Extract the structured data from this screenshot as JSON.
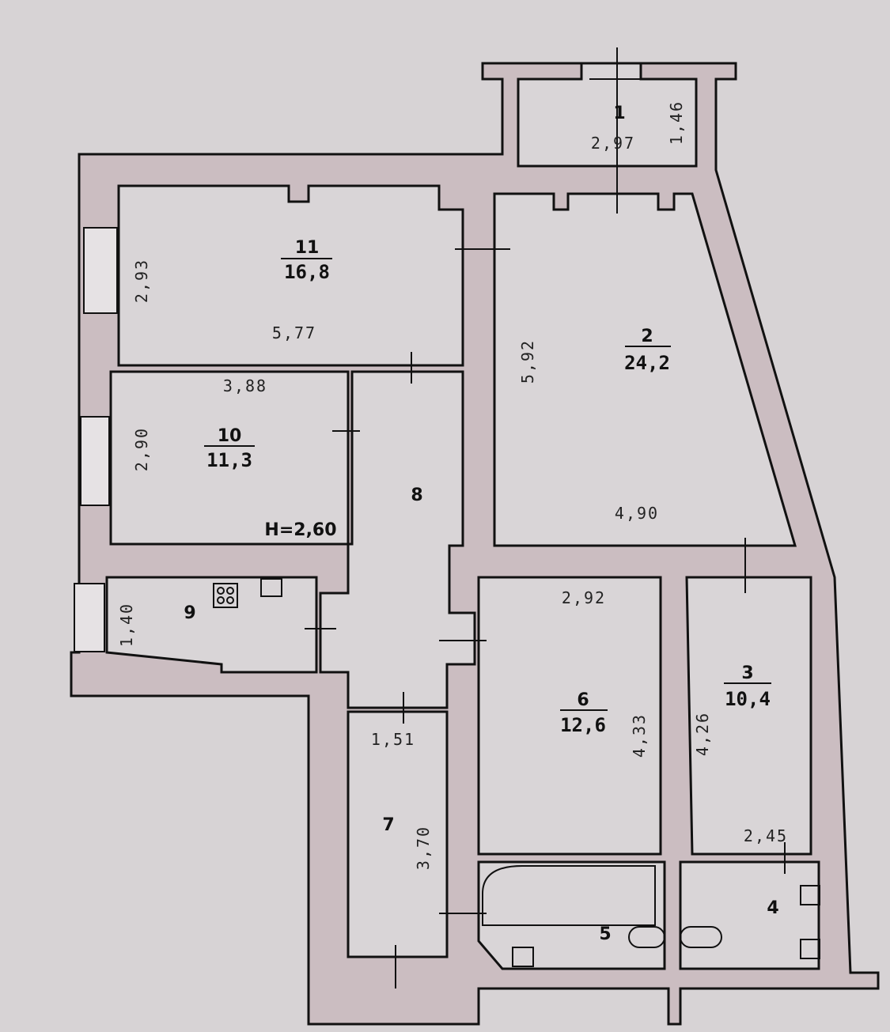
{
  "plan": {
    "ceiling_height": "H=2,60",
    "rooms": [
      {
        "id": "1",
        "area": "",
        "dims": [
          "2,97",
          "1,46"
        ]
      },
      {
        "id": "2",
        "area": "24,2",
        "dims": [
          "5,92",
          "4,90"
        ]
      },
      {
        "id": "3",
        "area": "10,4",
        "dims": [
          "4,26",
          "2,45"
        ]
      },
      {
        "id": "4",
        "area": "",
        "dims": []
      },
      {
        "id": "5",
        "area": "",
        "dims": []
      },
      {
        "id": "6",
        "area": "12,6",
        "dims": [
          "2,92",
          "4,33"
        ]
      },
      {
        "id": "7",
        "area": "",
        "dims": [
          "1,51",
          "3,70"
        ]
      },
      {
        "id": "8",
        "area": "",
        "dims": []
      },
      {
        "id": "9",
        "area": "",
        "dims": [
          "1,40"
        ]
      },
      {
        "id": "10",
        "area": "11,3",
        "dims": [
          "3,88",
          "2,90"
        ]
      },
      {
        "id": "11",
        "area": "16,8",
        "dims": [
          "5,77",
          "2,93"
        ]
      }
    ]
  }
}
